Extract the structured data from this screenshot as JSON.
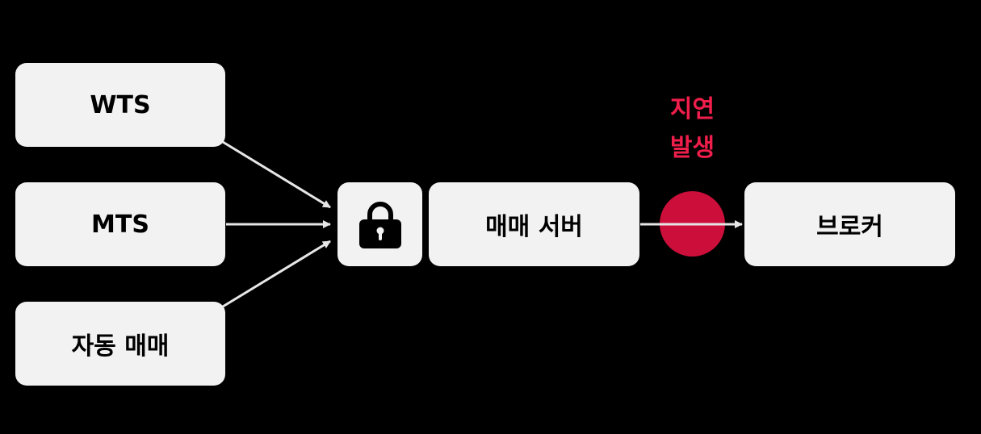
{
  "sources": [
    {
      "label": "WTS"
    },
    {
      "label": "MTS"
    },
    {
      "label": "자동 매매"
    }
  ],
  "lock": {
    "icon": "lock-icon"
  },
  "server": {
    "label": "매매 서버"
  },
  "broker": {
    "label": "브로커"
  },
  "delay": {
    "label": "지연\n발생"
  },
  "colors": {
    "background": "#000000",
    "box": "#f2f2f2",
    "arrow": "#e6e6e6",
    "accent": "#cc0f3a",
    "accent_text": "#f01e4b"
  }
}
